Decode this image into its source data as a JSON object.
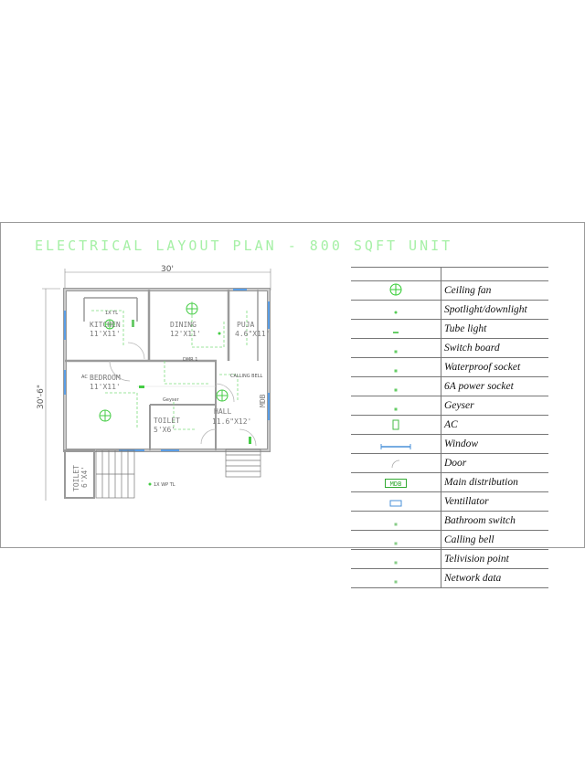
{
  "title": "ELECTRICAL LAYOUT PLAN - 800 SQFT UNIT",
  "dimensions": {
    "width": "30'",
    "depth": "30'-6\""
  },
  "rooms": [
    {
      "name": "KITCHEN",
      "size": "11'X11'",
      "note": "1X TL"
    },
    {
      "name": "DINING",
      "size": "12'X11'"
    },
    {
      "name": "PUJA",
      "size": "4.6\"X11'"
    },
    {
      "name": "BEDROOM",
      "size": "11'X11'",
      "note": "AC"
    },
    {
      "name": "TOILET",
      "size": "5'X6'",
      "note": "Geyser"
    },
    {
      "name": "HALL",
      "size": "11.6\"X12'"
    },
    {
      "name": "TOILET",
      "size": "6'X4'"
    }
  ],
  "annotations": {
    "mdb": "MDB",
    "calling_bell": "CALLING BELL",
    "tl_note": "1X TL",
    "wp_tl_note": "1X WP TL",
    "dmr": "DMR 1"
  },
  "legend": [
    {
      "icon": "ceiling-fan-icon",
      "label": "Ceiling fan",
      "color": "#33cc33"
    },
    {
      "icon": "spotlight-icon",
      "label": "Spotlight/downlight",
      "color": "#55cc55"
    },
    {
      "icon": "tube-light-icon",
      "label": "Tube light",
      "color": "#66cc66"
    },
    {
      "icon": "switch-board-icon",
      "label": "Switch board",
      "color": "#66cc66"
    },
    {
      "icon": "waterproof-socket-icon",
      "label": "Waterproof socket",
      "color": "#66cc66"
    },
    {
      "icon": "power-socket-icon",
      "label": "6A power socket",
      "color": "#66cc66"
    },
    {
      "icon": "geyser-icon",
      "label": "Geyser",
      "color": "#66cc66"
    },
    {
      "icon": "ac-icon",
      "label": "AC",
      "color": "#44bb44"
    },
    {
      "icon": "window-icon",
      "label": "Window",
      "color": "#4a90d9"
    },
    {
      "icon": "door-icon",
      "label": "Door",
      "color": "#aaaaaa"
    },
    {
      "icon": "main-distribution-icon",
      "label": "Main distribution",
      "symbol_text": "MDB",
      "color": "#33aa33"
    },
    {
      "icon": "ventillator-icon",
      "label": "Ventillator",
      "color": "#4a90d9"
    },
    {
      "icon": "bathroom-switch-icon",
      "label": "Bathroom switch",
      "color": "#88cc88"
    },
    {
      "icon": "calling-bell-icon",
      "label": "Calling bell",
      "color": "#88cc88"
    },
    {
      "icon": "television-point-icon",
      "label": "Telivision point",
      "color": "#88cc88"
    },
    {
      "icon": "network-data-icon",
      "label": "Network data",
      "color": "#88cc88"
    }
  ]
}
